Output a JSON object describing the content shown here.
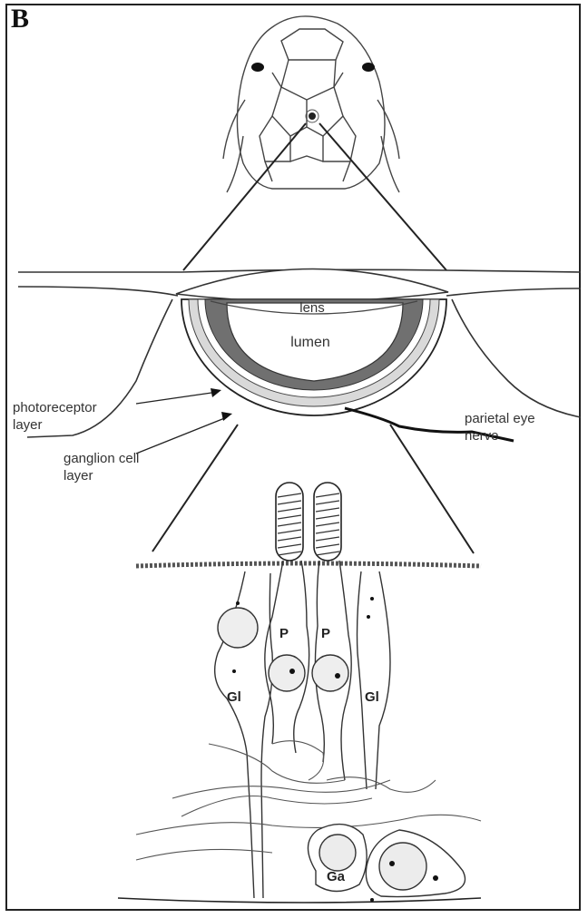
{
  "panel": {
    "letter": "B"
  },
  "labels": {
    "lens": "lens",
    "lumen": "lumen",
    "photoreceptor_1": "photoreceptor",
    "photoreceptor_2": "layer",
    "ganglion_1": "ganglion cell",
    "ganglion_2": "layer",
    "parietal_1": "parietal eye",
    "parietal_2": "nerve"
  },
  "cell_labels": {
    "p_left": "P",
    "p_right": "P",
    "gl_left": "Gl",
    "gl_right": "Gl",
    "ga": "Ga"
  }
}
